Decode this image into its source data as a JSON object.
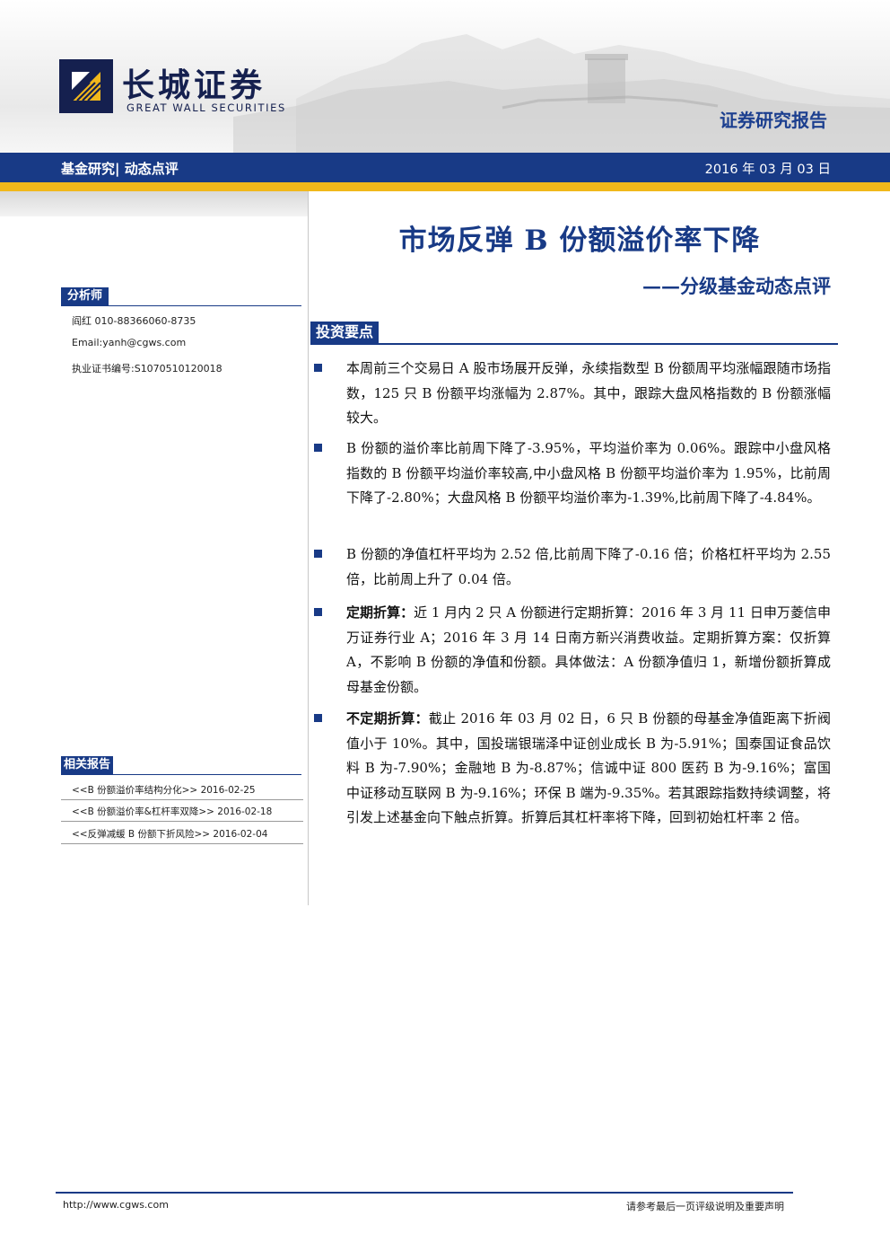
{
  "header": {
    "logo_cn": "长城证券",
    "logo_en": "GREAT WALL SECURITIES",
    "report_type": "证券研究报告",
    "nav_left": "基金研究| 动态点评",
    "date": "2016 年 03 月 03 日",
    "colors": {
      "navy": "#183a86",
      "gold": "#f1b81b"
    }
  },
  "sidebar": {
    "analyst_label": "分析师",
    "analyst_lines": [
      "阎红 010-88366060-8735",
      "Email:yanh@cgws.com",
      "执业证书编号:S1070510120018"
    ],
    "related_label": "相关报告",
    "related": [
      "<<B 份额溢价率结构分化>> 2016-02-25",
      "<<B 份额溢价率&杠杆率双降>> 2016-02-18",
      "<<反弹减缓 B 份额下折风险>> 2016-02-04"
    ]
  },
  "main": {
    "title": "市场反弹 B 份额溢价率下降",
    "subtitle": "——分级基金动态点评",
    "key_points_label": "投资要点",
    "bullets": [
      {
        "lead": "",
        "text": "本周前三个交易日 A 股市场展开反弹，永续指数型 B 份额周平均涨幅跟随市场指数，125 只 B 份额平均涨幅为 2.87%。其中，跟踪大盘风格指数的 B 份额涨幅较大。"
      },
      {
        "lead": "",
        "text": "B 份额的溢价率比前周下降了-3.95%，平均溢价率为 0.06%。跟踪中小盘风格指数的 B 份额平均溢价率较高,中小盘风格 B 份额平均溢价率为 1.95%，比前周下降了-2.80%；大盘风格 B 份额平均溢价率为-1.39%,比前周下降了-4.84%。"
      },
      {
        "lead": "",
        "text": "B 份额的净值杠杆平均为 2.52 倍,比前周下降了-0.16 倍；价格杠杆平均为 2.55 倍，比前周上升了 0.04 倍。"
      },
      {
        "lead": "定期折算：",
        "text": "近 1 月内 2 只 A 份额进行定期折算：2016 年 3 月 11 日申万菱信申万证券行业 A；2016 年 3 月 14 日南方新兴消费收益。定期折算方案：仅折算 A，不影响 B 份额的净值和份额。具体做法：A 份额净值归 1，新增份额折算成母基金份额。"
      },
      {
        "lead": "不定期折算：",
        "text": "截止 2016 年 03 月 02 日，6 只 B 份额的母基金净值距离下折阀值小于 10%。其中，国投瑞银瑞泽中证创业成长 B 为-5.91%；国泰国证食品饮料 B 为-7.90%；金融地 B 为-8.87%；信诚中证 800 医药 B 为-9.16%；富国中证移动互联网 B 为-9.16%；环保 B 端为-9.35%。若其跟踪指数持续调整，将引发上述基金向下触点折算。折算后其杠杆率将下降，回到初始杠杆率 2 倍。"
      }
    ]
  },
  "footer": {
    "url": "http://www.cgws.com",
    "note": "请参考最后一页评级说明及重要声明"
  }
}
